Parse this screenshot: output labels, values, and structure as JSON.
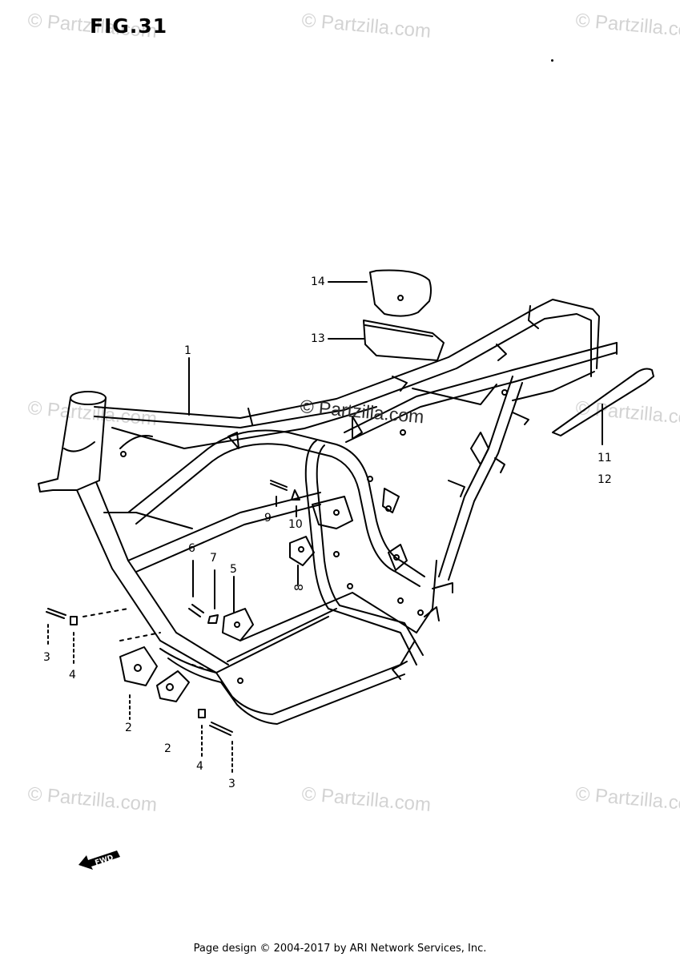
{
  "figure_label": "FIG.31",
  "watermarks": [
    "© Partzilla.com",
    "© Partzilla.com",
    "© Partzilla.com",
    "© Partzilla.com",
    "© Partzilla.com",
    "© Partzilla.com",
    "© Partzilla.com",
    "© Partzilla.com"
  ],
  "center_watermark": "© Partzilla.com",
  "callouts": {
    "c1": "1",
    "c14": "14",
    "c13": "13",
    "c11": "11",
    "c12": "12",
    "c9": "9",
    "c10": "10",
    "c6": "6",
    "c7": "7",
    "c5": "5",
    "c8": "8",
    "c3a": "3",
    "c4a": "4",
    "c2a": "2",
    "c2b": "2",
    "c4b": "4",
    "c3b": "3"
  },
  "fwd_label": "FWD",
  "footer": "Page design © 2004-2017 by ARI Network Services, Inc.",
  "colors": {
    "ink": "#000000",
    "watermark": "#d3d3d3"
  }
}
